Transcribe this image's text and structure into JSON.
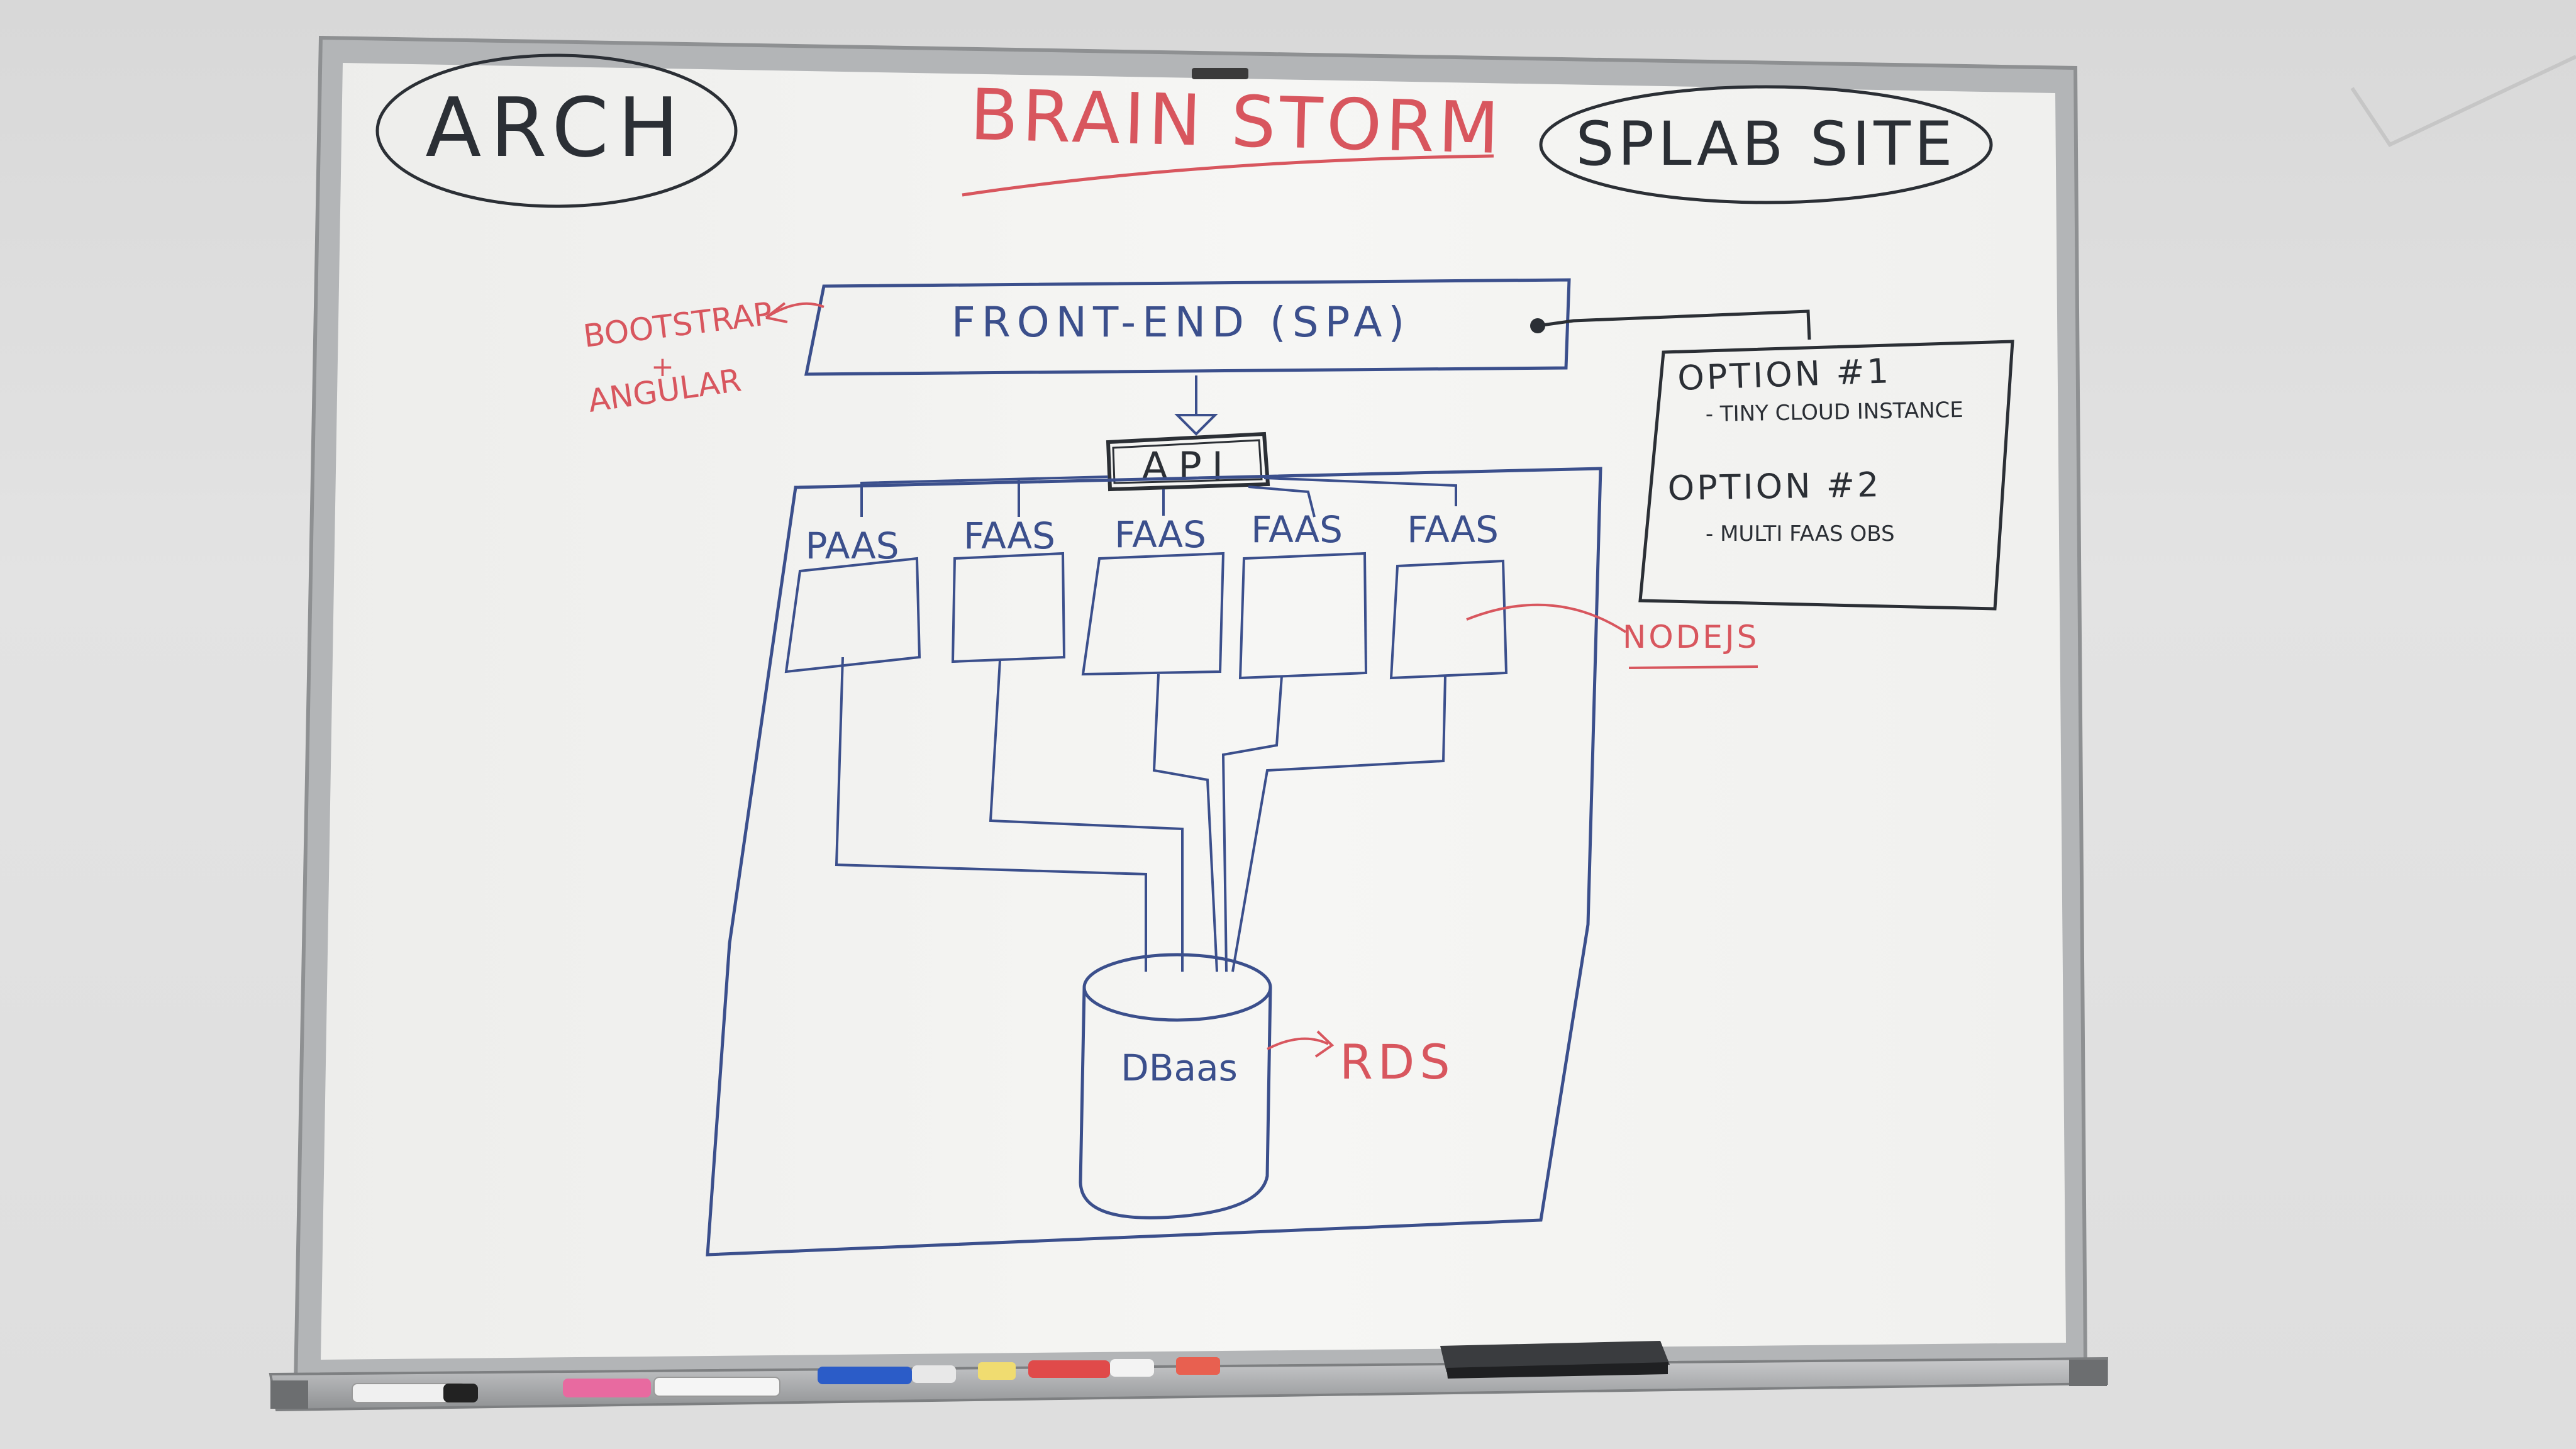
{
  "board": {
    "corner_left": "ARCH",
    "title": "BRAIN STORM",
    "corner_right": "SPLAB SITE"
  },
  "frontend": {
    "label": "FRONT-END (SPA)",
    "note_line1": "BOOTSTRAP",
    "note_plus": "+",
    "note_line2": "ANGULAR"
  },
  "api": {
    "label": "API"
  },
  "services": [
    {
      "label": "PAAS"
    },
    {
      "label": "FAAS"
    },
    {
      "label": "FAAS"
    },
    {
      "label": "FAAS"
    },
    {
      "label": "FAAS"
    }
  ],
  "nodejs_note": "NODEJS",
  "database": {
    "label": "DBaas",
    "note": "RDS"
  },
  "options": {
    "option1_title": "OPTION #1",
    "option1_detail": "- TINY CLOUD INSTANCE",
    "option2_title": "OPTION #2",
    "option2_detail": "- MULTI FAAS OBS"
  },
  "colors": {
    "ink_blue": "#3b4f8c",
    "ink_red": "#d8565e",
    "ink_dark": "#2b2f35",
    "board_white": "#f3f3f1",
    "frame_aluminum": "#a7a9ab"
  }
}
